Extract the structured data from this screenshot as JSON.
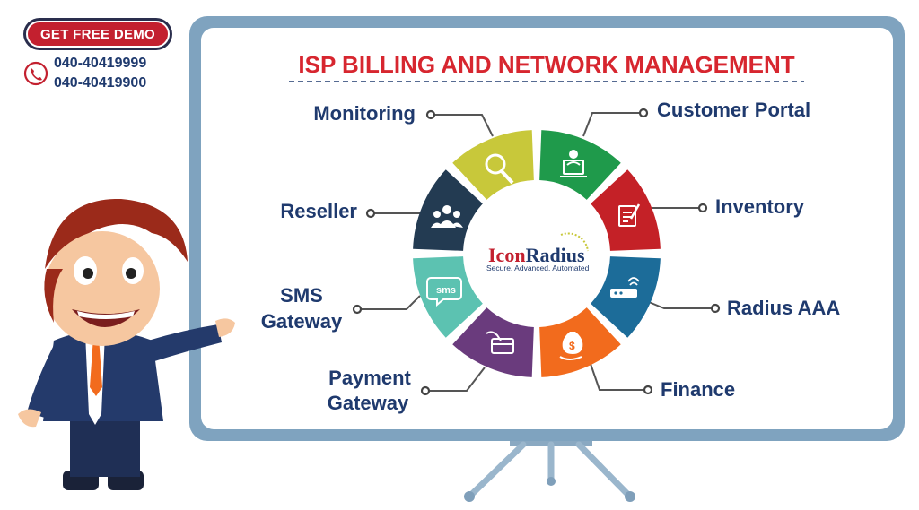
{
  "header": {
    "demo_button_label": "GET FREE DEMO",
    "phone_numbers": [
      "040-40419999",
      "040-40419900"
    ]
  },
  "diagram": {
    "title": "ISP BILLING AND NETWORK MANAGEMENT",
    "center": {
      "brand_icon": "Icon",
      "brand_radius": "Radius",
      "tagline": "Secure. Advanced. Automated"
    },
    "segments": [
      {
        "label": "Customer Portal",
        "color": "#1f9a4b",
        "icon": "customer-portal-icon"
      },
      {
        "label": "Inventory",
        "color": "#c42127",
        "icon": "inventory-icon"
      },
      {
        "label": "Radius AAA",
        "color": "#1c6c99",
        "icon": "router-icon"
      },
      {
        "label": "Finance",
        "color": "#f26b1d",
        "icon": "money-bag-icon"
      },
      {
        "label": "Payment Gateway",
        "color": "#6a3b7d",
        "icon": "card-payment-icon"
      },
      {
        "label": "SMS Gateway",
        "color": "#5cc2b1",
        "icon": "sms-icon"
      },
      {
        "label": "Reseller",
        "color": "#233b52",
        "icon": "group-icon"
      },
      {
        "label": "Monitoring",
        "color": "#c8c83a",
        "icon": "magnifier-icon"
      }
    ]
  },
  "colors": {
    "title_red": "#d7262f",
    "label_blue": "#1f3a6e",
    "board_frame": "#7fa3bf"
  }
}
